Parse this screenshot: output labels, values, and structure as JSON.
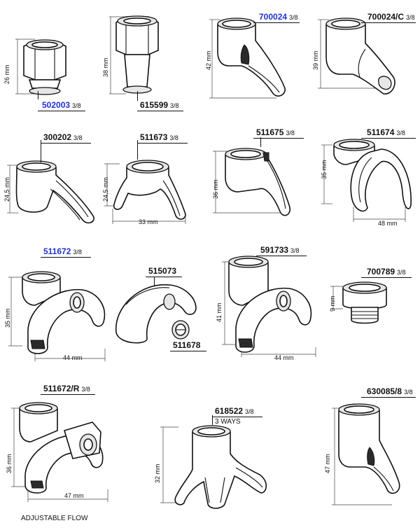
{
  "parts": [
    {
      "id": "p1",
      "code": "502003",
      "size": "3/8",
      "blue": true,
      "dim_v": "26 mm"
    },
    {
      "id": "p2",
      "code": "615599",
      "size": "3/8",
      "blue": false,
      "dim_v": "38 mm"
    },
    {
      "id": "p3",
      "code": "700024",
      "size": "3/8",
      "blue": true,
      "dim_v": "42 mm"
    },
    {
      "id": "p4",
      "code": "700024/C",
      "size": "3/8",
      "blue": false,
      "dim_v": "39 mm"
    },
    {
      "id": "p5",
      "code": "300202",
      "size": "3/8",
      "blue": false,
      "dim_v": "24,5 mm"
    },
    {
      "id": "p6",
      "code": "511673",
      "size": "3/8",
      "blue": false,
      "dim_v": "24,5 mm",
      "dim_h": "33 mm"
    },
    {
      "id": "p7",
      "code": "511675",
      "size": "3/8",
      "blue": false,
      "dim_v": "36 mm"
    },
    {
      "id": "p8",
      "code": "511674",
      "size": "3/8",
      "blue": false,
      "dim_v": "35 mm",
      "dim_h": "48 mm"
    },
    {
      "id": "p9",
      "code": "511672",
      "size": "3/8",
      "blue": true,
      "dim_v": "35 mm",
      "dim_h": "44 mm"
    },
    {
      "id": "p10",
      "code": "515073",
      "size": "",
      "blue": false
    },
    {
      "id": "p10b",
      "code": "511678",
      "size": "",
      "blue": false
    },
    {
      "id": "p11",
      "code": "591733",
      "size": "3/8",
      "blue": false,
      "dim_v": "41 mm",
      "dim_h": "44 mm"
    },
    {
      "id": "p12",
      "code": "700789",
      "size": "3/8",
      "blue": false,
      "dim_v": "9 mm"
    },
    {
      "id": "p13",
      "code": "511672/R",
      "size": "3/8",
      "blue": false,
      "dim_v": "36 mm",
      "dim_h": "47 mm",
      "note": "ADJUSTABLE FLOW"
    },
    {
      "id": "p14",
      "code": "618522",
      "size": "3/8",
      "blue": false,
      "dim_v": "32 mm",
      "note": "3 WAYS"
    },
    {
      "id": "p15",
      "code": "630085/8",
      "size": "3/8",
      "blue": false,
      "dim_v": "47 mm"
    }
  ]
}
